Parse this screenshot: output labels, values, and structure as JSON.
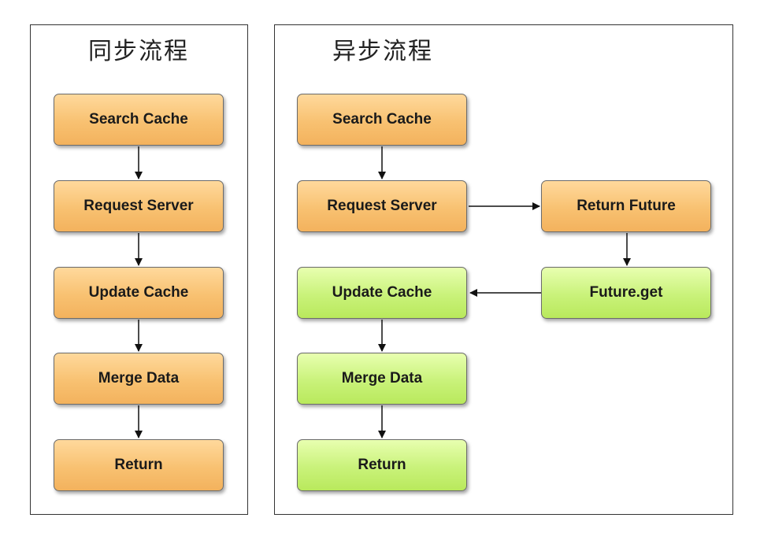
{
  "sync": {
    "title": "同步流程",
    "nodes": [
      "Search Cache",
      "Request Server",
      "Update Cache",
      "Merge Data",
      "Return"
    ]
  },
  "async": {
    "title": "异步流程",
    "left_nodes": [
      "Search Cache",
      "Request Server",
      "Update Cache",
      "Merge Data",
      "Return"
    ],
    "right_nodes": [
      "Return Future",
      "Future.get"
    ]
  },
  "colors": {
    "orange_node": "#f8c171",
    "green_node": "#c9f27a",
    "border": "#333333"
  }
}
